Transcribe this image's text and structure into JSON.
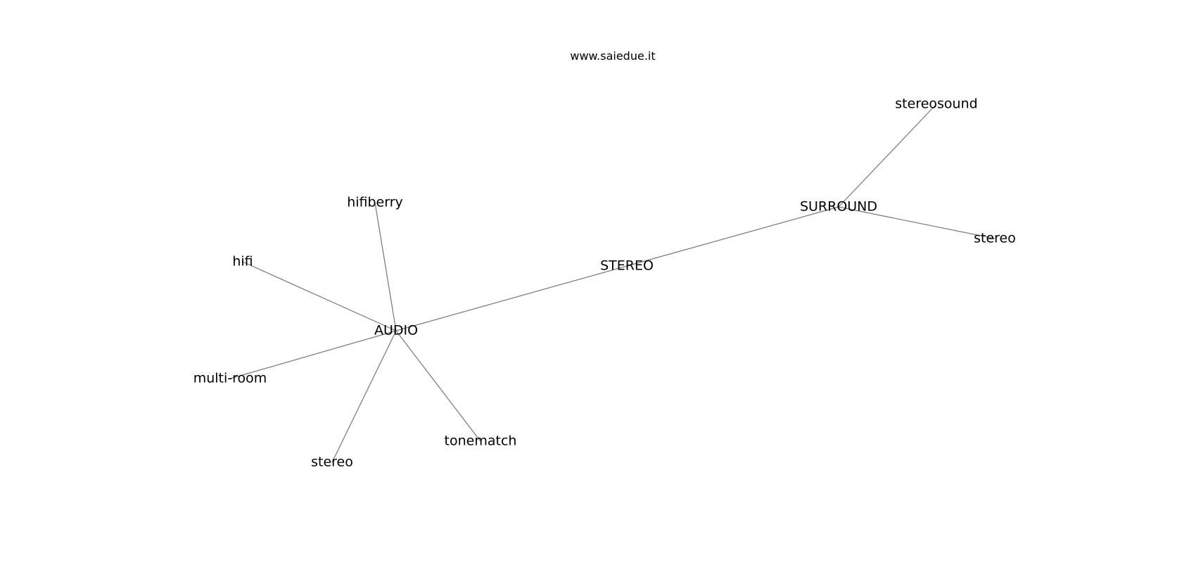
{
  "site": {
    "title": "www.saiedue.it"
  },
  "graph": {
    "nodes": [
      {
        "id": "audio",
        "label": "AUDIO"
      },
      {
        "id": "stereo_hub",
        "label": "STEREO"
      },
      {
        "id": "surround",
        "label": "SURROUND"
      },
      {
        "id": "hifiberry",
        "label": "hifiberry"
      },
      {
        "id": "hifi",
        "label": "hifi"
      },
      {
        "id": "multi_room",
        "label": "multi-room"
      },
      {
        "id": "stereo_audio",
        "label": "stereo"
      },
      {
        "id": "tonematch",
        "label": "tonematch"
      },
      {
        "id": "stereosound",
        "label": "stereosound"
      },
      {
        "id": "stereo_surround",
        "label": "stereo"
      }
    ],
    "edges": [
      {
        "from": "audio",
        "to": "stereo_hub"
      },
      {
        "from": "stereo_hub",
        "to": "surround"
      },
      {
        "from": "audio",
        "to": "hifiberry"
      },
      {
        "from": "audio",
        "to": "hifi"
      },
      {
        "from": "audio",
        "to": "multi_room"
      },
      {
        "from": "audio",
        "to": "stereo_audio"
      },
      {
        "from": "audio",
        "to": "tonematch"
      },
      {
        "from": "surround",
        "to": "stereosound"
      },
      {
        "from": "surround",
        "to": "stereo_surround"
      }
    ],
    "edge_color": "#777777"
  }
}
